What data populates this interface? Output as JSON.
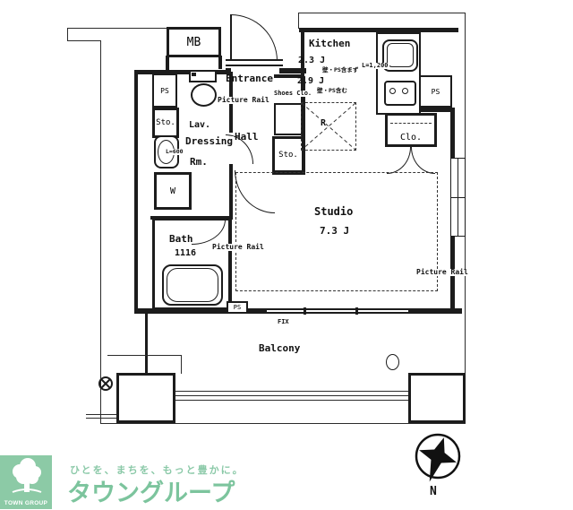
{
  "plan": {
    "labels": {
      "mb": "MB",
      "entrance": "Entrance",
      "picture_rail_entrance": "Picture Rail",
      "shoes_clo": "Shoes Clo.",
      "kitchen": "Kitchen",
      "kitchen_size_1": "2.3 J",
      "kitchen_size_1_note": "壁・PS含まず",
      "kitchen_size_2": "2.9 J",
      "kitchen_size_2_note": "壁・PS含む",
      "sink_length": "L=1,200",
      "ps_kitchen": "PS",
      "ps_entry": "PS",
      "ps_studio": "PS",
      "fridge_space": "R",
      "closet": "Clo.",
      "storage_entry": "Sto.",
      "storage_hall": "Sto.",
      "lavatory": "Lav.",
      "dressing_line1": "Dressing",
      "dressing_line2": "Rm.",
      "basin_length": "L=600",
      "washer": "W",
      "hall": "Hall",
      "bath": "Bath",
      "bath_size": "1116",
      "picture_rail_bath": "Picture Rail",
      "studio": "Studio",
      "studio_size": "7.3 J",
      "picture_rail_studio": "Picture Rail",
      "fix": "FIX",
      "balcony": "Balcony"
    },
    "compass_label": "N",
    "line_color": "#1c1c1c"
  },
  "branding": {
    "logo_text": "TOWN GROUP",
    "tagline": "ひとを、まちを、もっと豊かに。",
    "brand_name": "タウングループ",
    "brand_green": "#7cc49d",
    "logo_bg_green": "#8ccaa6"
  }
}
